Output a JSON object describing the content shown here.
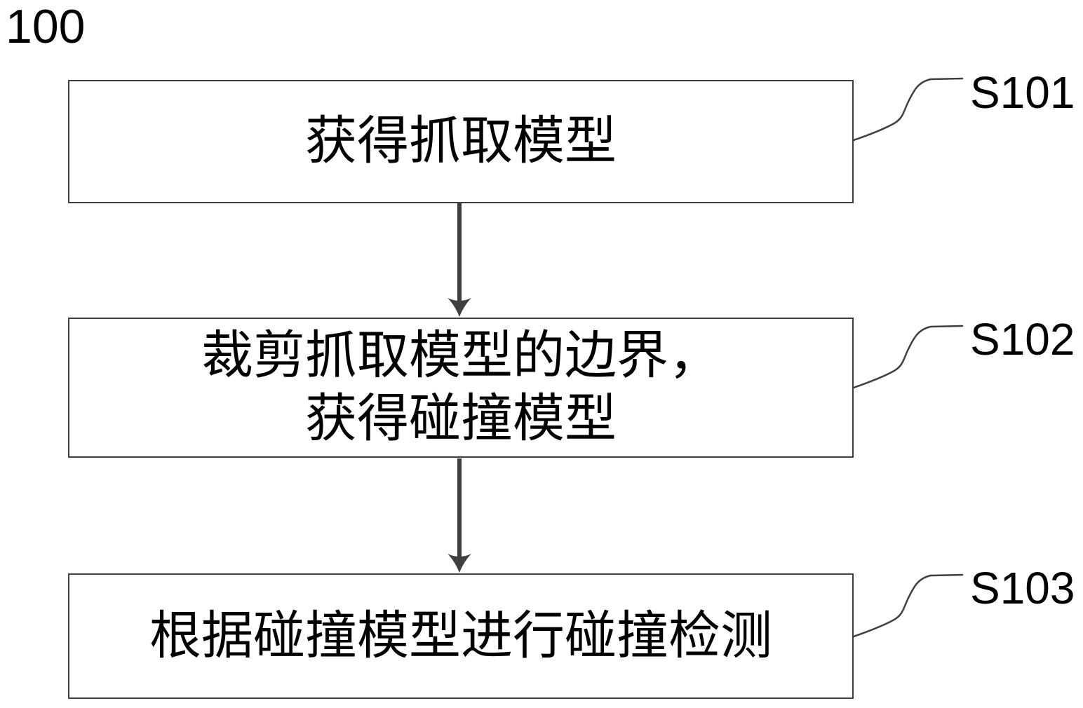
{
  "figure_label": "100",
  "flowchart": {
    "steps": [
      {
        "id": "S101",
        "lines": [
          "获得抓取模型"
        ]
      },
      {
        "id": "S102",
        "lines": [
          "裁剪抓取模型的边界，",
          "获得碰撞模型"
        ]
      },
      {
        "id": "S103",
        "lines": [
          "根据碰撞模型进行碰撞检测"
        ]
      }
    ]
  },
  "colors": {
    "line": "#3f3f3f",
    "text": "#000000",
    "background": "#ffffff"
  }
}
